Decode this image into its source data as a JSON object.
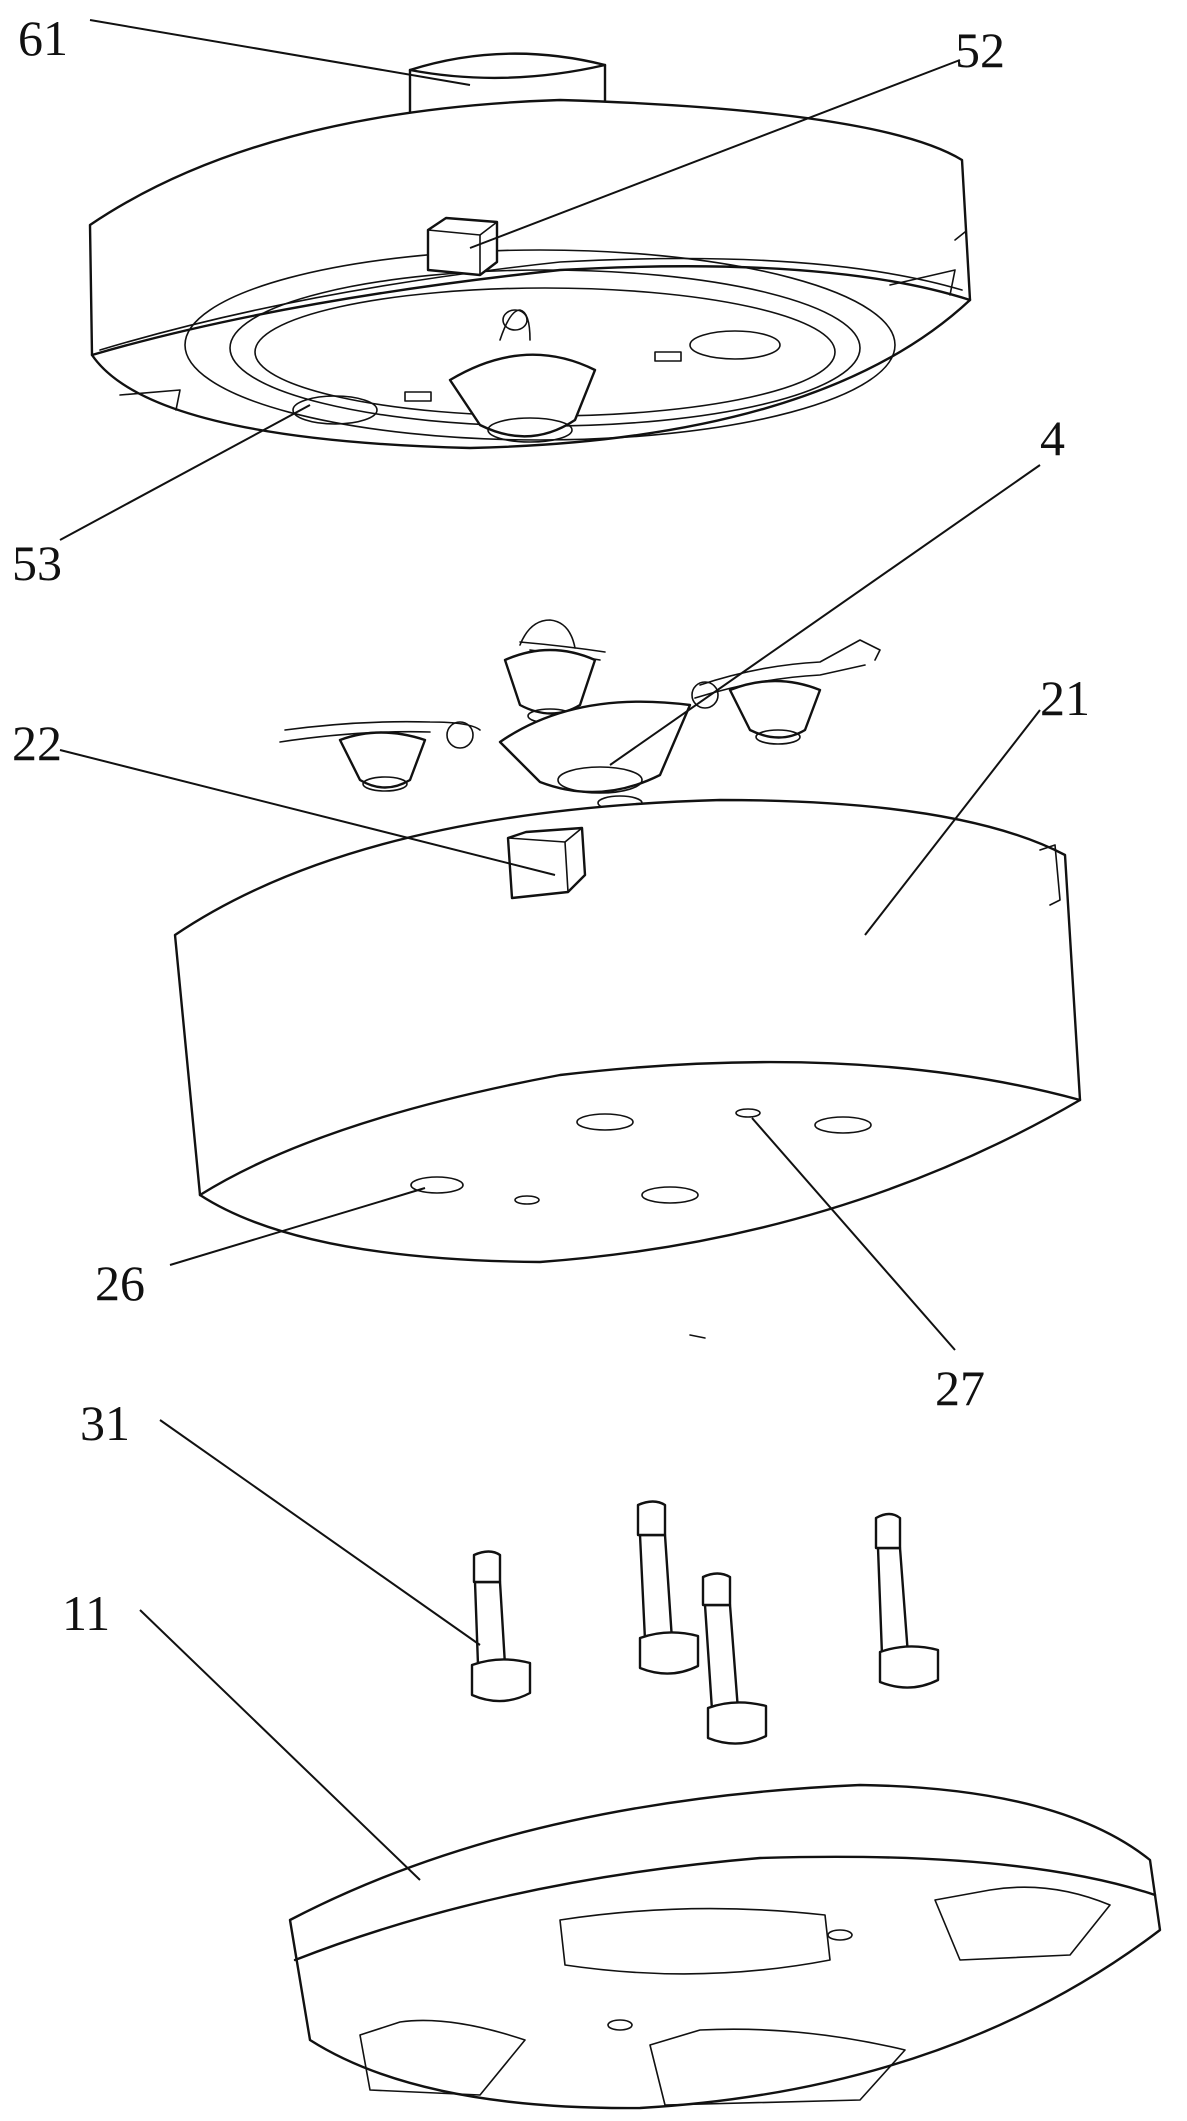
{
  "figure": {
    "labels": [
      {
        "id": "61",
        "text": "61"
      },
      {
        "id": "52",
        "text": "52"
      },
      {
        "id": "53",
        "text": "53"
      },
      {
        "id": "4",
        "text": "4"
      },
      {
        "id": "21",
        "text": "21"
      },
      {
        "id": "22",
        "text": "22"
      },
      {
        "id": "26",
        "text": "26"
      },
      {
        "id": "27",
        "text": "27"
      },
      {
        "id": "31",
        "text": "31"
      },
      {
        "id": "11",
        "text": "11"
      }
    ]
  },
  "colors": {
    "line": "#111111",
    "background": "#ffffff"
  }
}
